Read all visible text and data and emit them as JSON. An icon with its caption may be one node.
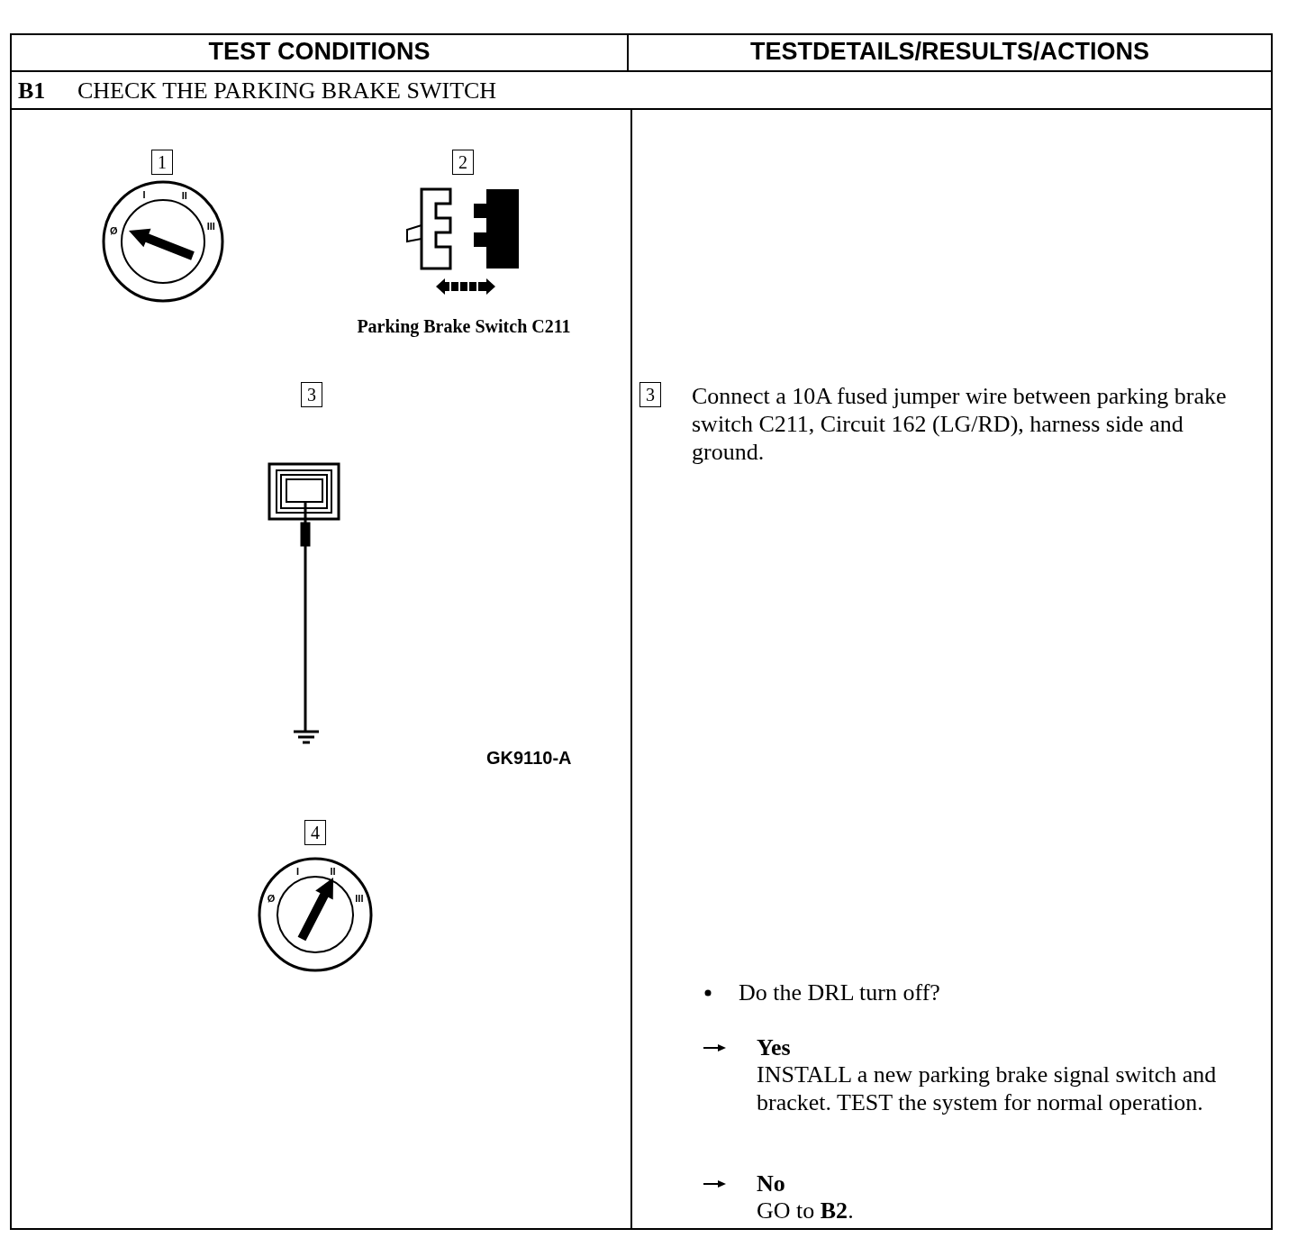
{
  "diagram": {
    "labels": [
      "TEST CONDITIONS",
      "TESTDETAILS/RESULTS/ACTIONS",
      "B1",
      "CHECK THE PARKING BRAKE SWITCH",
      "1",
      "Ø",
      "I",
      "II",
      "III",
      "2",
      "Parking Brake Switch C211",
      "3",
      "3",
      "Connect a 10A fused jumper wire between parking brake switch C211, Circuit 162 (LG/RD), harness side and ground.",
      "GK9110-A",
      "4",
      "Ø",
      "I",
      "II",
      "III",
      "Do the DRL turn off?",
      "Yes",
      "INSTALL a new parking brake signal switch and bracket. TEST the system for normal operation.",
      "No",
      "GO to **B2**."
    ]
  }
}
